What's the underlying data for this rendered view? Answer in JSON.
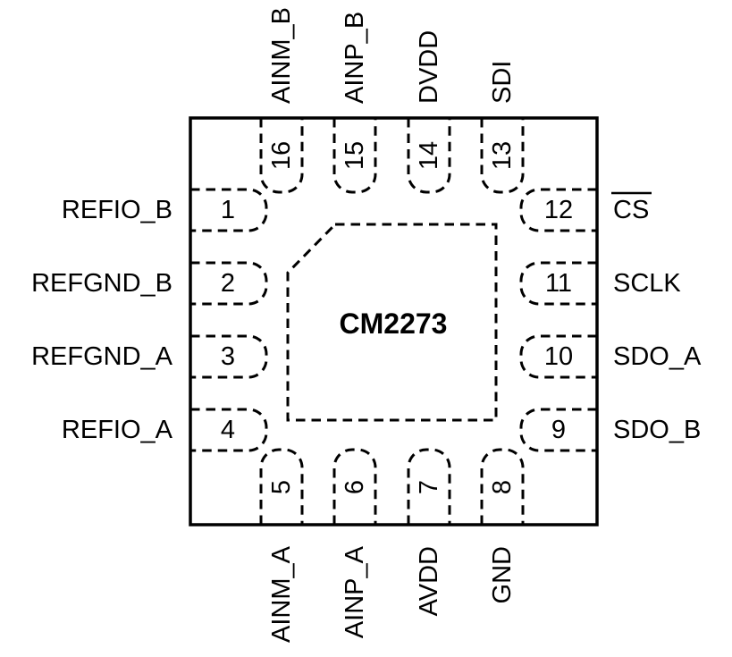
{
  "diagram": {
    "chip_name": "CM2273",
    "colors": {
      "line": "#000000",
      "text": "#000000",
      "background": "#ffffff"
    },
    "pins": {
      "left": [
        {
          "number": "1",
          "label": "REFIO_B"
        },
        {
          "number": "2",
          "label": "REFGND_B"
        },
        {
          "number": "3",
          "label": "REFGND_A"
        },
        {
          "number": "4",
          "label": "REFIO_A"
        }
      ],
      "top": [
        {
          "number": "16",
          "label": "AINM_B"
        },
        {
          "number": "15",
          "label": "AINP_B"
        },
        {
          "number": "14",
          "label": "DVDD"
        },
        {
          "number": "13",
          "label": "SDI"
        }
      ],
      "right": [
        {
          "number": "12",
          "label": "CS",
          "overline": true
        },
        {
          "number": "11",
          "label": "SCLK"
        },
        {
          "number": "10",
          "label": "SDO_A"
        },
        {
          "number": "9",
          "label": "SDO_B"
        }
      ],
      "bottom": [
        {
          "number": "5",
          "label": "AINM_A"
        },
        {
          "number": "6",
          "label": "AINP_A"
        },
        {
          "number": "7",
          "label": "AVDD"
        },
        {
          "number": "8",
          "label": "GND"
        }
      ]
    }
  }
}
